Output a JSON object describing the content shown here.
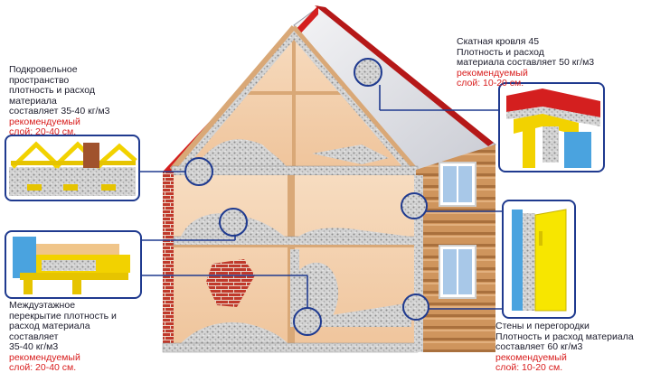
{
  "callouts": [
    {
      "id": "attic",
      "lines": [
        "Подкровельное",
        "пространство",
        "плотность и расход",
        "материала",
        "составляет 35-40 кг/м3"
      ],
      "red_lines": [
        "рекомендуемый",
        "слой: 20-40 см."
      ]
    },
    {
      "id": "roof",
      "lines": [
        "Скатная кровля 45",
        "Плотность и расход",
        "материала составляет 50 кг/м3"
      ],
      "red_lines": [
        "рекомендуемый",
        "слой: 10-20 см."
      ]
    },
    {
      "id": "floor",
      "lines": [
        "Междуэтажное",
        "перекрытие плотность и",
        "расход материала",
        "составляет",
        "35-40 кг/м3"
      ],
      "red_lines": [
        "рекомендуемый",
        "слой: 20-40 см."
      ]
    },
    {
      "id": "walls",
      "lines": [
        "Стены и перегородки",
        "Плотность и расход материала",
        "составляет 60 кг/м3"
      ],
      "red_lines": [
        "рекомендуемый",
        "слой: 10-20 см."
      ]
    }
  ],
  "colors": {
    "panel_border": "#1f3a8f",
    "leader_line": "#1f3a8f",
    "red_text": "#d81b1b",
    "roof_red": "#d41f1f",
    "insulation": "#c8c8c8",
    "wood": "#f2c9a0",
    "log_wall": "#c98d57",
    "brick": "#c0392b",
    "window_glass": "#a8c8e8",
    "yellow_membrane": "#f7e600"
  }
}
